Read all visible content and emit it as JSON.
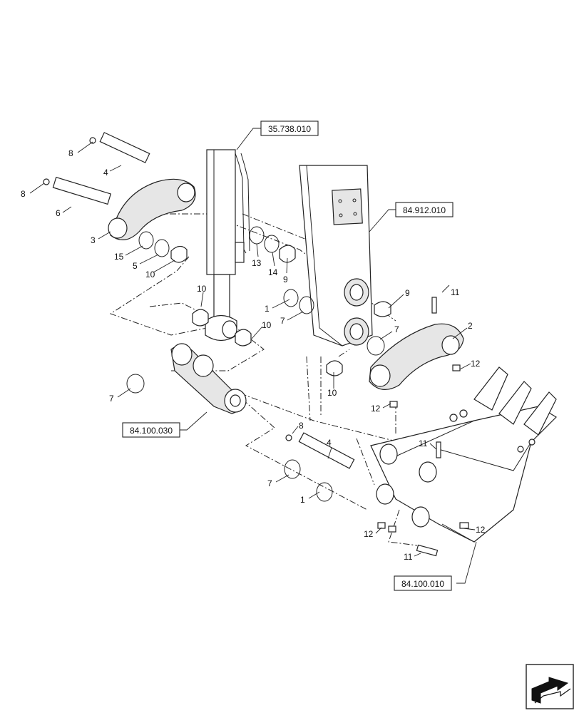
{
  "references": {
    "hydraulics": "35.738.010",
    "arm": "84.912.010",
    "linkage": "84.100.030",
    "bucket": "84.100.010"
  },
  "callouts": {
    "c1a": "1",
    "c1b": "1",
    "c2": "2",
    "c3": "3",
    "c4a": "4",
    "c4b": "4",
    "c5": "5",
    "c6": "6",
    "c7a": "7",
    "c7b": "7",
    "c7c": "7",
    "c7d": "7",
    "c8a": "8",
    "c8b": "8",
    "c8c": "8",
    "c9a": "9",
    "c9b": "9",
    "c10a": "10",
    "c10b": "10",
    "c10c": "10",
    "c10d": "10",
    "c11a": "11",
    "c11b": "11",
    "c11c": "11",
    "c12a": "12",
    "c12b": "12",
    "c12c": "12",
    "c12d": "12",
    "c13": "13",
    "c14": "14",
    "c15": "15"
  },
  "icons": {
    "nav": "next-page-arrow-icon"
  }
}
